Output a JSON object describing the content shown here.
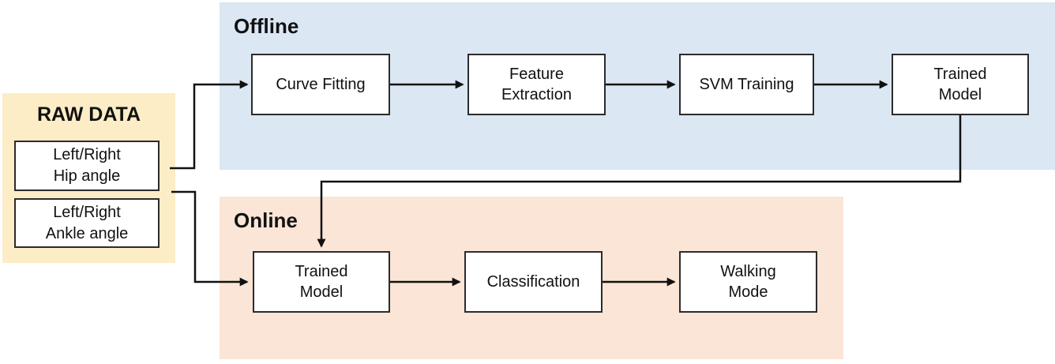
{
  "raw_data": {
    "title": "RAW DATA",
    "inputs": [
      {
        "lines": [
          "Left/Right",
          "Hip angle"
        ]
      },
      {
        "lines": [
          "Left/Right",
          "Ankle angle"
        ]
      }
    ]
  },
  "offline": {
    "title": "Offline",
    "steps": [
      {
        "lines": [
          "Curve Fitting"
        ]
      },
      {
        "lines": [
          "Feature",
          "Extraction"
        ]
      },
      {
        "lines": [
          "SVM Training"
        ]
      },
      {
        "lines": [
          "Trained",
          "Model"
        ]
      }
    ]
  },
  "online": {
    "title": "Online",
    "steps": [
      {
        "lines": [
          "Trained",
          "Model"
        ]
      },
      {
        "lines": [
          "Classification"
        ]
      },
      {
        "lines": [
          "Walking",
          "Mode"
        ]
      }
    ]
  },
  "colors": {
    "offline_bg": "#dbe7f3",
    "online_bg": "#fbe5d6",
    "raw_bg": "#fdedc6",
    "box_bg": "#ffffff",
    "box_border": "#2b2b2b",
    "connector": "#111111",
    "text": "#111111"
  }
}
